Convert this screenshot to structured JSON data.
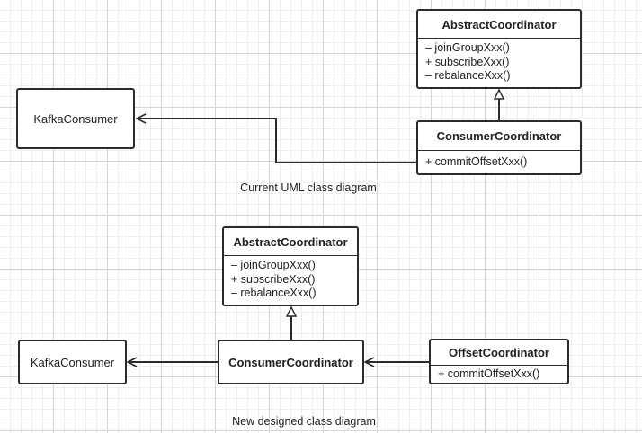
{
  "top_diagram": {
    "caption": "Current UML class diagram",
    "kafka_consumer": {
      "name": "KafkaConsumer"
    },
    "abstract_coordinator": {
      "name": "AbstractCoordinator",
      "members": [
        "– joinGroupXxx()",
        "+ subscribeXxx()",
        "– rebalanceXxx()"
      ]
    },
    "consumer_coordinator": {
      "name": "ConsumerCoordinator",
      "members": [
        "+ commitOffsetXxx()"
      ]
    }
  },
  "bottom_diagram": {
    "caption": "New designed class diagram",
    "kafka_consumer": {
      "name": "KafkaConsumer"
    },
    "abstract_coordinator": {
      "name": "AbstractCoordinator",
      "members": [
        "– joinGroupXxx()",
        "+ subscribeXxx()",
        "– rebalanceXxx()"
      ]
    },
    "consumer_coordinator": {
      "name": "ConsumerCoordinator"
    },
    "offset_coordinator": {
      "name": "OffsetCoordinator",
      "members": [
        "+ commitOffsetXxx()"
      ]
    }
  },
  "colors": {
    "line": "#2b2b2b",
    "grid_major": "#d6d6d6",
    "grid_minor": "#efefef"
  }
}
